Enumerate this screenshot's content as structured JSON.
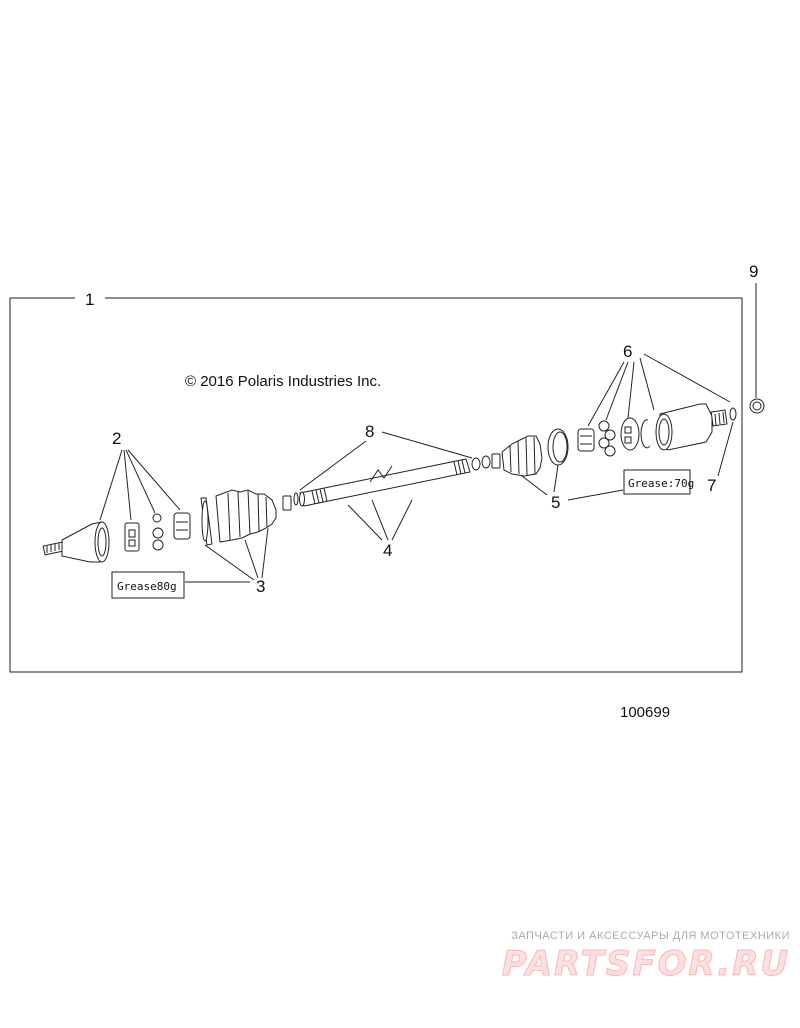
{
  "copyright": "© 2016 Polaris Industries Inc.",
  "figure_number": "100699",
  "callouts": {
    "c1": "1",
    "c2": "2",
    "c3": "3",
    "c4": "4",
    "c5": "5",
    "c6": "6",
    "c7": "7",
    "c8": "8",
    "c9": "9"
  },
  "grease_labels": {
    "left": "Grease80g",
    "right": "Grease:70g"
  },
  "watermark": {
    "tagline": "ЗАПЧАСТИ И АКСЕССУАРЫ ДЛЯ МОТОТЕХНИКИ",
    "logo": "PARTSFOR.RU"
  }
}
